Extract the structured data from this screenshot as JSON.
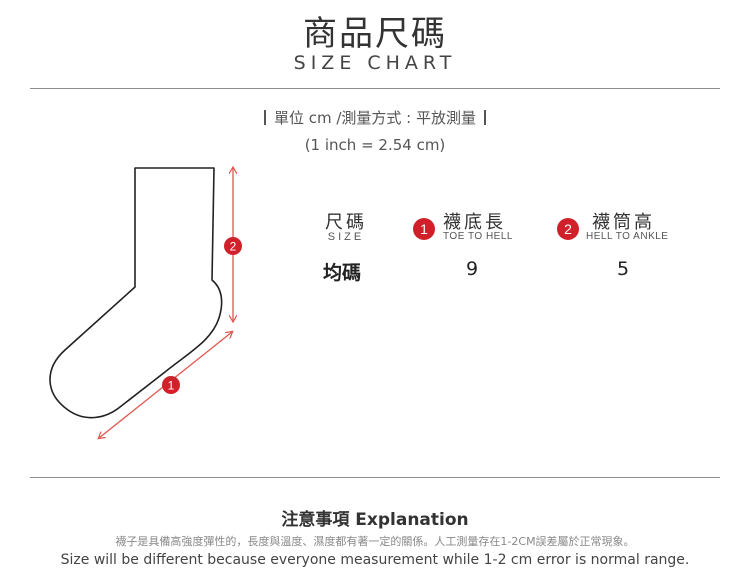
{
  "header": {
    "title": "商品尺碼",
    "subtitle": "SIZE CHART"
  },
  "unit": {
    "text": "單位 cm /測量方式 : 平放測量",
    "inch_note": "(1 inch = 2.54 cm)"
  },
  "diagram": {
    "marker_1": "1",
    "marker_2": "2",
    "accent_color": "#d0212b",
    "arrow_color": "#e0574f"
  },
  "table": {
    "columns": [
      {
        "label": "尺碼",
        "sub": "SIZE",
        "badge": ""
      },
      {
        "label": "襪底長",
        "sub": "TOE TO HELL",
        "badge": "1"
      },
      {
        "label": "襪筒高",
        "sub": "HELL TO ANKLE",
        "badge": "2"
      }
    ],
    "rows": [
      {
        "size": "均碼",
        "toe_to_hell": "9",
        "hell_to_ankle": "5"
      }
    ]
  },
  "notes": {
    "title": "注意事項 Explanation",
    "zh": "襪子是具備高強度彈性的，長度與溫度、濕度都有著一定的關係。人工測量存在1-2CM誤差屬於正常現象。",
    "en": "Size will be different because everyone measurement while 1-2 cm error is normal range."
  }
}
